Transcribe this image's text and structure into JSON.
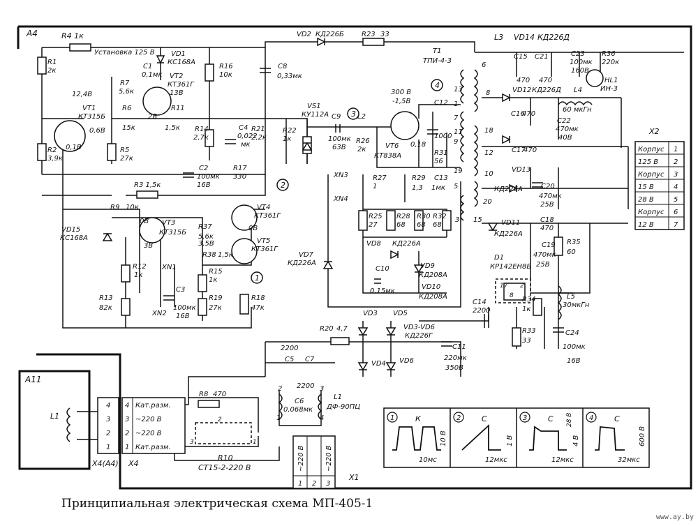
{
  "blocks": {
    "a4": "A4",
    "a11": "A11"
  },
  "title": "Принципиальная электрическая схема МП-405-1",
  "watermark": "www.ay.by",
  "labels": {
    "r4": "R4 1к",
    "setting": "Установка 125 В",
    "vd1": "VD1",
    "vd1t": "КС168А",
    "r1": "R1",
    "r1v": "2к",
    "c1": "C1",
    "c1v": "0,1мк",
    "r7": "R7",
    "r7v": "5,6к",
    "vt2": "VT2",
    "vt2t": "КТ361Г",
    "v13": "13В",
    "v124": "12,4В",
    "vt1": "VT1",
    "vt1t": "КТ315Б",
    "v06": "0,6В",
    "v01": "0,1В",
    "r6": "R6",
    "r6v": "15к",
    "v2": "2В",
    "r11": "R11",
    "r11v": "1,5к",
    "r2": "R2",
    "r2v": "3,9к",
    "r5": "R5",
    "r5v": "27к",
    "r3": "R3 1,5к",
    "r16": "R16",
    "r16v": "10к",
    "c8": "C8",
    "c8v": "0,33мк",
    "r14": "R14",
    "r14v": "2,7к",
    "c4": "C4",
    "c4v": "0,022",
    "c4u": "мк",
    "r21": "R21",
    "r21v": "2,2к",
    "c2": "C2",
    "c2v": "100мк",
    "c2u": "16В",
    "r17": "R17",
    "r17v": "330",
    "vd2": "VD2",
    "vd2t": "КД226Б",
    "r23": "R23",
    "r23v": "33",
    "r22": "R22",
    "r22v": "1к",
    "vs1": "VS1",
    "vs1t": "КУ112А",
    "c9": "C9",
    "c9v": "100мк",
    "c9u": "63В",
    "l2": "L2",
    "v300": "300 В",
    "v15": "-1,5В",
    "r26": "R26",
    "r26v": "2к",
    "vt6": "VT6",
    "vt6t": "КТ838А",
    "v018": "0,18",
    "c12": "C12",
    "c12v": "1000",
    "r31": "R31",
    "r31v": "56",
    "c13": "C13",
    "r27": "R27",
    "r27v": "1",
    "r29": "R29",
    "r29v": "1,3",
    "c13v": "1мк",
    "xn3": "XN3",
    "xn4": "XN4",
    "r25": "R25",
    "r25v": "27",
    "r28": "R28",
    "r28v": "68",
    "r30": "R30",
    "r30v": "68",
    "r32": "R32",
    "r32v": "68",
    "vd8": "VD8",
    "vd8t": "КД226А",
    "c10": "C10",
    "c10v": "0,15мк",
    "vd9": "VD9",
    "vd9t": "КД208А",
    "vd10": "VD10",
    "vd10t": "КД208А",
    "vd7": "VD7",
    "vd7t": "КД226А",
    "r9": "R9",
    "r9v": "10к",
    "v0a": "0В",
    "vt4": "VT4",
    "vt4t": "КТ361Г",
    "v0b": "0В",
    "vt3": "VT3",
    "vt3t": "КТ315Б",
    "r37": "R37",
    "r37v": "5,6к",
    "v3": "3В",
    "v38": "3,5В",
    "vt5": "VT5",
    "vt5t": "КТ361Г",
    "r38": "R38",
    "r38v": "1,5к",
    "vd15": "VD15",
    "vd15t": "КС168А",
    "r12": "R12",
    "r12v": "1к",
    "xn1": "XN1",
    "r15": "R15",
    "r15v": "1к",
    "r18": "R18",
    "r18v": "47к",
    "c3": "C3",
    "c3v": "100мк",
    "c3u": "16В",
    "r19": "R19",
    "r19v": "27к",
    "xn2": "XN2",
    "r13": "R13",
    "r13v": "82к",
    "vd3": "VD3",
    "vd5": "VD5",
    "r20": "R20",
    "r20v": "4,7",
    "vd36": "VD3-VD6",
    "vd36t": "КД226Г",
    "vd4": "VD4",
    "vd6": "VD6",
    "c11": "C11",
    "c11v": "220мк",
    "c11u": "350В",
    "c14": "C14",
    "c14v": "2200",
    "c2200a": "2200",
    "c5": "C5",
    "c7": "C7",
    "c2200b": "2200",
    "l3": "L3",
    "vd14": "VD14",
    "vd14t": "КД226Д",
    "c15": "C15",
    "c21": "C21",
    "c15v": "470",
    "c21v": "470",
    "c23": "C23",
    "c23v": "100мк",
    "c23u": "160В",
    "r36": "R36",
    "r36v": "220к",
    "hl1": "HL1",
    "hl1t": "ИН-3",
    "t1": "T1",
    "t1t": "ТПИ-4-3",
    "vd12": "VD12",
    "vd12t": "КД226Д",
    "l4": "L4",
    "l4v": "60 мкГн",
    "c16": "C16",
    "c16v": "470",
    "c22": "C22",
    "c22v": "470мк",
    "c22u": "40В",
    "c17": "C17",
    "c17v": "470",
    "vd13": "VD13",
    "vd13t": "КД226А",
    "c20": "C20",
    "c20v": "470мк",
    "c20u": "25В",
    "c18": "C18",
    "c18v": "470",
    "vd11": "VD11",
    "vd11t": "КД226А",
    "c19": "C19",
    "c19v": "470мк",
    "c19u": "25В",
    "r35": "R35",
    "r35v": "60",
    "d1": "D1",
    "d1t": "КР142ЕН8Б",
    "p17": "17",
    "p2": "2",
    "p8": "8",
    "r34": "R34",
    "r34v": "1к",
    "l5": "L5",
    "l5v": "30мкГн",
    "r33": "R33",
    "r33v": "33",
    "c24": "C24",
    "c24v": "100мк",
    "c24u": "16В",
    "w6": "6",
    "w13": "13",
    "w8": "8",
    "w1": "1",
    "w7": "7",
    "w11": "11",
    "w18": "18",
    "w12": "12",
    "w10": "10",
    "w9": "9",
    "w19": "19",
    "w5": "5",
    "w20": "20",
    "w3": "3",
    "w15": "15",
    "l1": "L1",
    "l1t": "ДФ-90ПЦ",
    "c6": "C6",
    "c6v": "0,068мк",
    "l1p2": "2",
    "l1p3": "3",
    "l1p1": "1",
    "l1p4": "4",
    "r8": "R8",
    "r8v": "470",
    "r10": "R10",
    "r10t": "СТ15-2-220 В",
    "r10p3": "3",
    "r10p1": "1",
    "r10p2": "2",
    "x4a": "Х4(А4)",
    "x4": "Х4",
    "x1": "Х1",
    "l1a11": "L1",
    "x2": "Х2"
  },
  "x2_pins": [
    {
      "label": "Корпус",
      "num": "1"
    },
    {
      "label": "125 В",
      "num": "2"
    },
    {
      "label": "Корпус",
      "num": "3"
    },
    {
      "label": "15 В",
      "num": "4"
    },
    {
      "label": "28 В",
      "num": "5"
    },
    {
      "label": "Корпус",
      "num": "6"
    },
    {
      "label": "12 В",
      "num": "7"
    }
  ],
  "x4_pins": [
    {
      "num": "4",
      "label": "Кат.разм."
    },
    {
      "num": "3",
      "label": "~220 В"
    },
    {
      "num": "2",
      "label": "~220 В"
    },
    {
      "num": "1",
      "label": "Кат.разм."
    }
  ],
  "x4_left": [
    "4",
    "3",
    "2",
    "1"
  ],
  "x1_pins": [
    {
      "num": "1",
      "label": "~220 В"
    },
    {
      "num": "2",
      "label": ""
    },
    {
      "num": "3",
      "label": "~220 В"
    }
  ],
  "test_points": [
    "1",
    "2",
    "3",
    "4"
  ],
  "waveforms": [
    {
      "num": "1",
      "name": "К",
      "amp": "10 В",
      "time": "10мс"
    },
    {
      "num": "2",
      "name": "С",
      "amp": "1 В",
      "time": "12мкс"
    },
    {
      "num": "3",
      "name": "С",
      "amp": "4 В",
      "amp2": "28 В",
      "time": "12мкс"
    },
    {
      "num": "4",
      "name": "С",
      "amp": "600 В",
      "time": "32мкс"
    }
  ]
}
